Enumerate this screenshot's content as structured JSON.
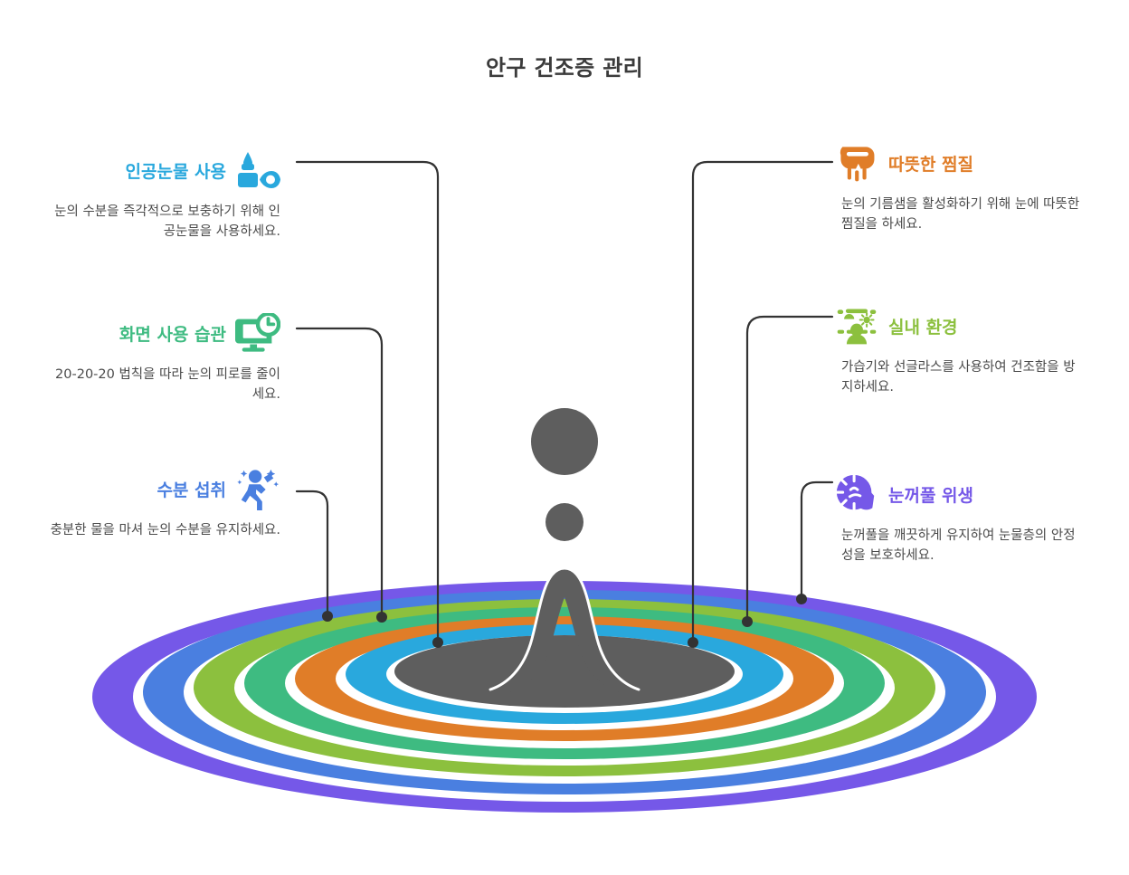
{
  "title": "안구 건조증 관리",
  "colors": {
    "title_text": "#3b3b3b",
    "body_text": "#4a4a4a",
    "cyan": "#29a8dd",
    "green": "#3ebb81",
    "blue": "#4a7fe0",
    "orange": "#e07d28",
    "olive": "#8cc03e",
    "purple": "#7558e8",
    "splash_gray": "#5e5e5e",
    "connector": "#333333"
  },
  "items": [
    {
      "id": "artificial-tears",
      "side": "left",
      "title": "인공눈물 사용",
      "desc": "눈의 수분을 즉각적으로 보충하기 위해 인공눈물을 사용하세요.",
      "icon": "eye-drop-bottle-icon",
      "color": "#29a8dd"
    },
    {
      "id": "screen-habit",
      "side": "left",
      "title": "화면 사용 습관",
      "desc": "20-20-20 법칙을 따라 눈의 피로를 줄이세요.",
      "icon": "monitor-clock-icon",
      "color": "#3ebb81"
    },
    {
      "id": "hydration",
      "side": "left",
      "title": "수분 섭취",
      "desc": "충분한 물을 마셔 눈의 수분을 유지하세요.",
      "icon": "person-drinking-icon",
      "color": "#4a7fe0"
    },
    {
      "id": "warm-compress",
      "side": "right",
      "title": "따뜻한 찜질",
      "desc": "눈의 기름샘을 활성화하기 위해 눈에 따뜻한 찜질을 하세요.",
      "icon": "eye-mask-steam-icon",
      "color": "#e07d28"
    },
    {
      "id": "indoor-env",
      "side": "right",
      "title": "실내 환경",
      "desc": "가습기와 선글라스를 사용하여 건조함을 방지하세요.",
      "icon": "person-sun-environment-icon",
      "color": "#8cc03e"
    },
    {
      "id": "eyelid-hygiene",
      "side": "right",
      "title": "눈꺼풀 위생",
      "desc": "눈꺼풀을 깨끗하게 유지하여 눈물층의 안정성을 보호하세요.",
      "icon": "eyelid-cleaning-icon",
      "color": "#7558e8"
    }
  ],
  "ripple_rings": [
    {
      "name": "purple-ring",
      "color": "#7558e8"
    },
    {
      "name": "blue-ring",
      "color": "#4a7fe0"
    },
    {
      "name": "olive-ring",
      "color": "#8cc03e"
    },
    {
      "name": "teal-ring",
      "color": "#3ebb81"
    },
    {
      "name": "orange-ring",
      "color": "#e07d28"
    },
    {
      "name": "cyan-ring",
      "color": "#29a8dd"
    },
    {
      "name": "center-pool",
      "color": "#5e5e5e"
    }
  ]
}
